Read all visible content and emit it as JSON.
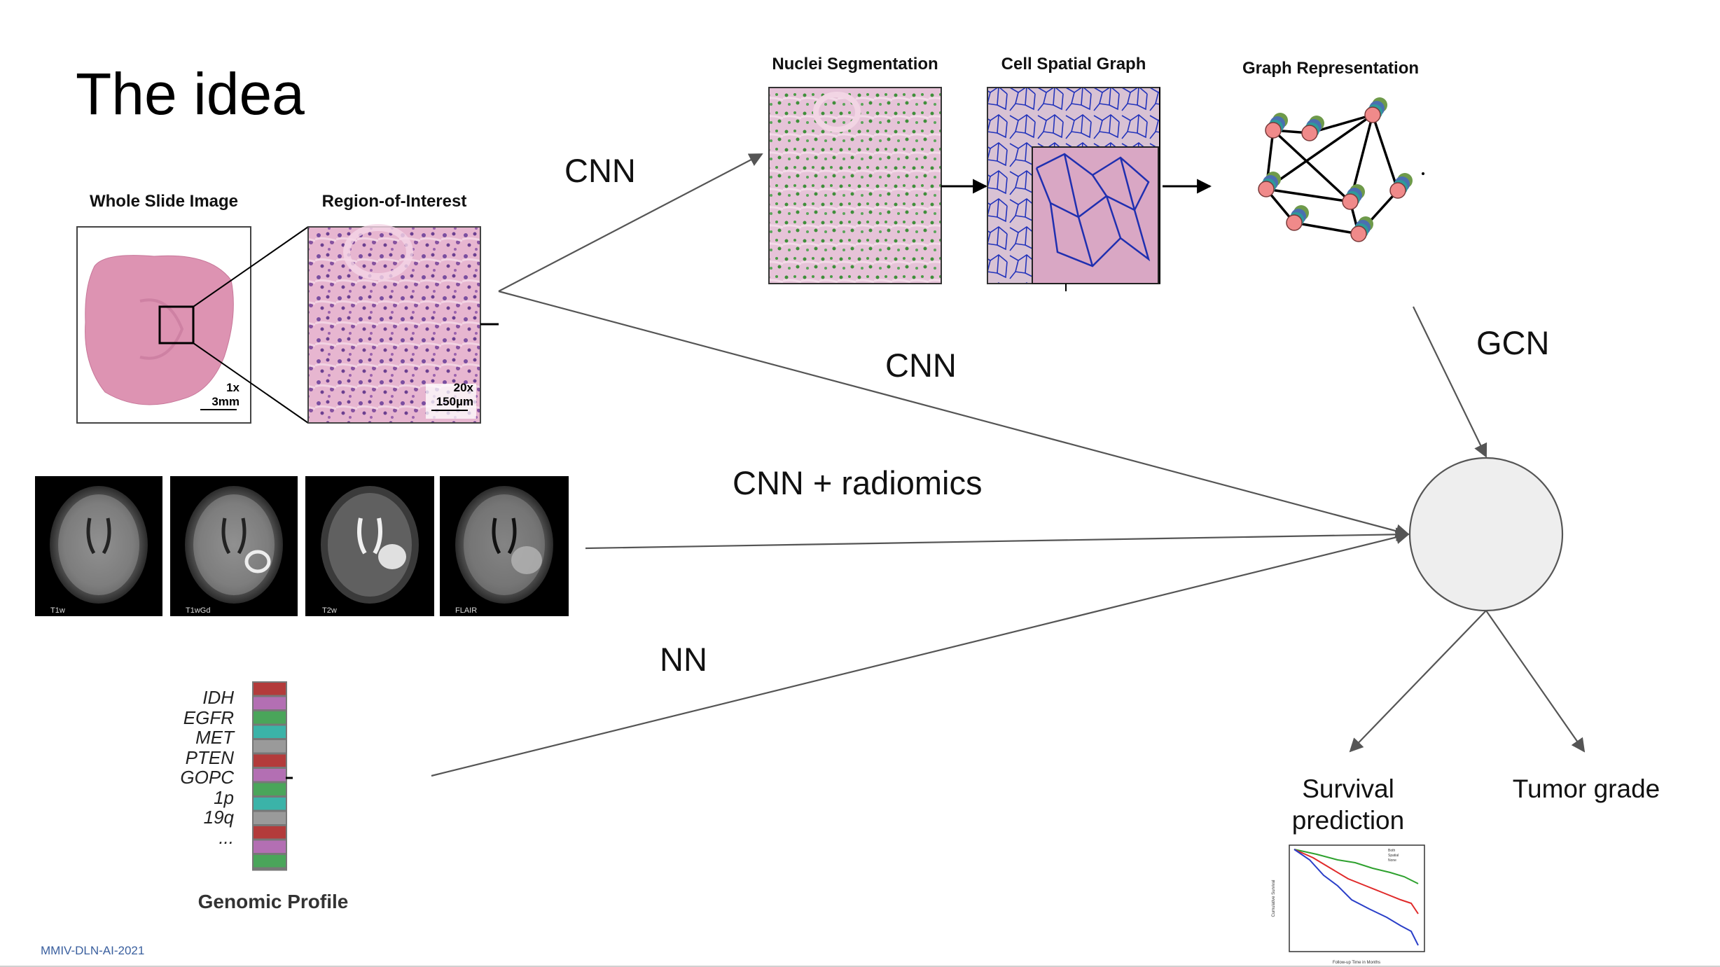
{
  "title": "The idea",
  "captions": {
    "whole_slide": "Whole Slide Image",
    "roi": "Region-of-Interest",
    "nuclei": "Nuclei Segmentation",
    "cell_graph": "Cell Spatial Graph",
    "graph_repr": "Graph Representation",
    "genomic": "Genomic Profile"
  },
  "scales": {
    "wsi_mag": "1x",
    "wsi_bar": "3mm",
    "roi_mag": "20x",
    "roi_bar": "150µm"
  },
  "edges": {
    "cnn_top": "CNN",
    "cnn_mid": "CNN",
    "cnn_radiomics": "CNN + radiomics",
    "nn": "NN",
    "gcn": "GCN"
  },
  "mri": [
    "T1w",
    "T1wGd",
    "T2w",
    "FLAIR"
  ],
  "genes": [
    "IDH",
    "EGFR",
    "MET",
    "PTEN",
    "GOPC",
    "1p",
    "19q",
    "..."
  ],
  "genomic_bar_colors": [
    "#b33b3b",
    "#b36fb3",
    "#4aa55a",
    "#3bb3a8",
    "#9a9a9a",
    "#b33b3b",
    "#b36fb3",
    "#4aa55a",
    "#3bb3a8",
    "#9a9a9a",
    "#b33b3b",
    "#b36fb3",
    "#4aa55a"
  ],
  "outputs": {
    "survival": "Survival prediction",
    "grade": "Tumor grade"
  },
  "survival_legend": [
    "Both",
    "Spatial",
    "None"
  ],
  "survival_axes": {
    "x": "Follow-up Time in Months",
    "y": "Cumulative Survival"
  },
  "footer": "MMIV-DLN-AI-2021",
  "colors": {
    "arrow": "#555555",
    "node_fill": "#eeeeee",
    "graph_edge": "#1f2fb0",
    "tissue": "#d98bb0"
  }
}
